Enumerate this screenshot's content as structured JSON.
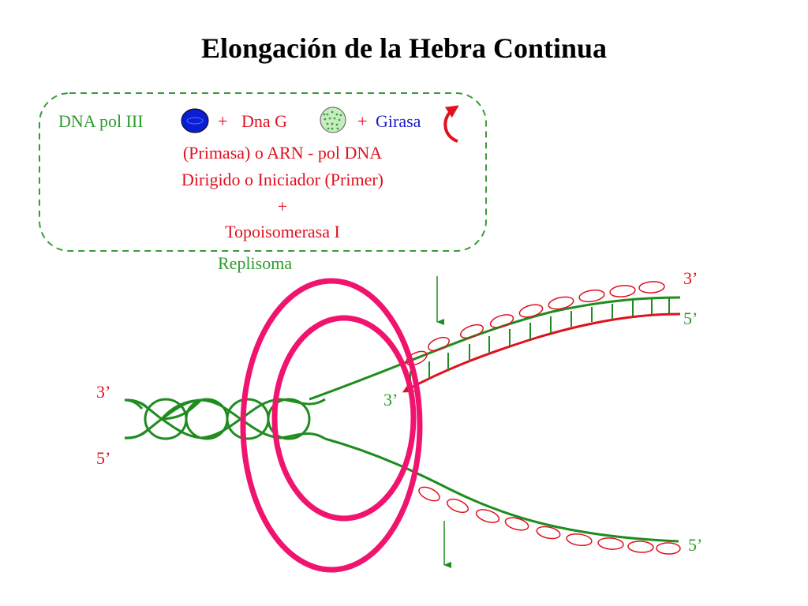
{
  "title": "Elongación de la Hebra Continua",
  "legend": {
    "dna_pol": "DNA pol  III",
    "plus1": "+",
    "dna_g": "Dna G",
    "plus2": "+",
    "girasa": "Girasa",
    "line1": "(Primasa) o ARN - pol DNA",
    "line2": "Dirigido o Iniciador (Primer)",
    "plus3": "+",
    "line3": "Topoisomerasa I",
    "replisoma": "Replisoma"
  },
  "strand_labels": {
    "left_top": "3’",
    "left_bottom": "5’",
    "top_right_3": "3’",
    "top_right_5": "5’",
    "primer_end": "3’",
    "bottom_right_5": "5’"
  },
  "colors": {
    "dna_strand": "#1e8c1e",
    "new_strand": "#e0101e",
    "replisome_ring": "#f0146e",
    "legend_border": "#3a9a3a",
    "ssb": "#e0101e",
    "dna_pol_fill": "#0a1ed2",
    "dna_g_fill": "#a8e0a0",
    "girasa_arrow": "#e0101e"
  },
  "icons": [
    "dna-pol-iii-icon",
    "dna-g-icon",
    "girasa-rotation-icon"
  ]
}
